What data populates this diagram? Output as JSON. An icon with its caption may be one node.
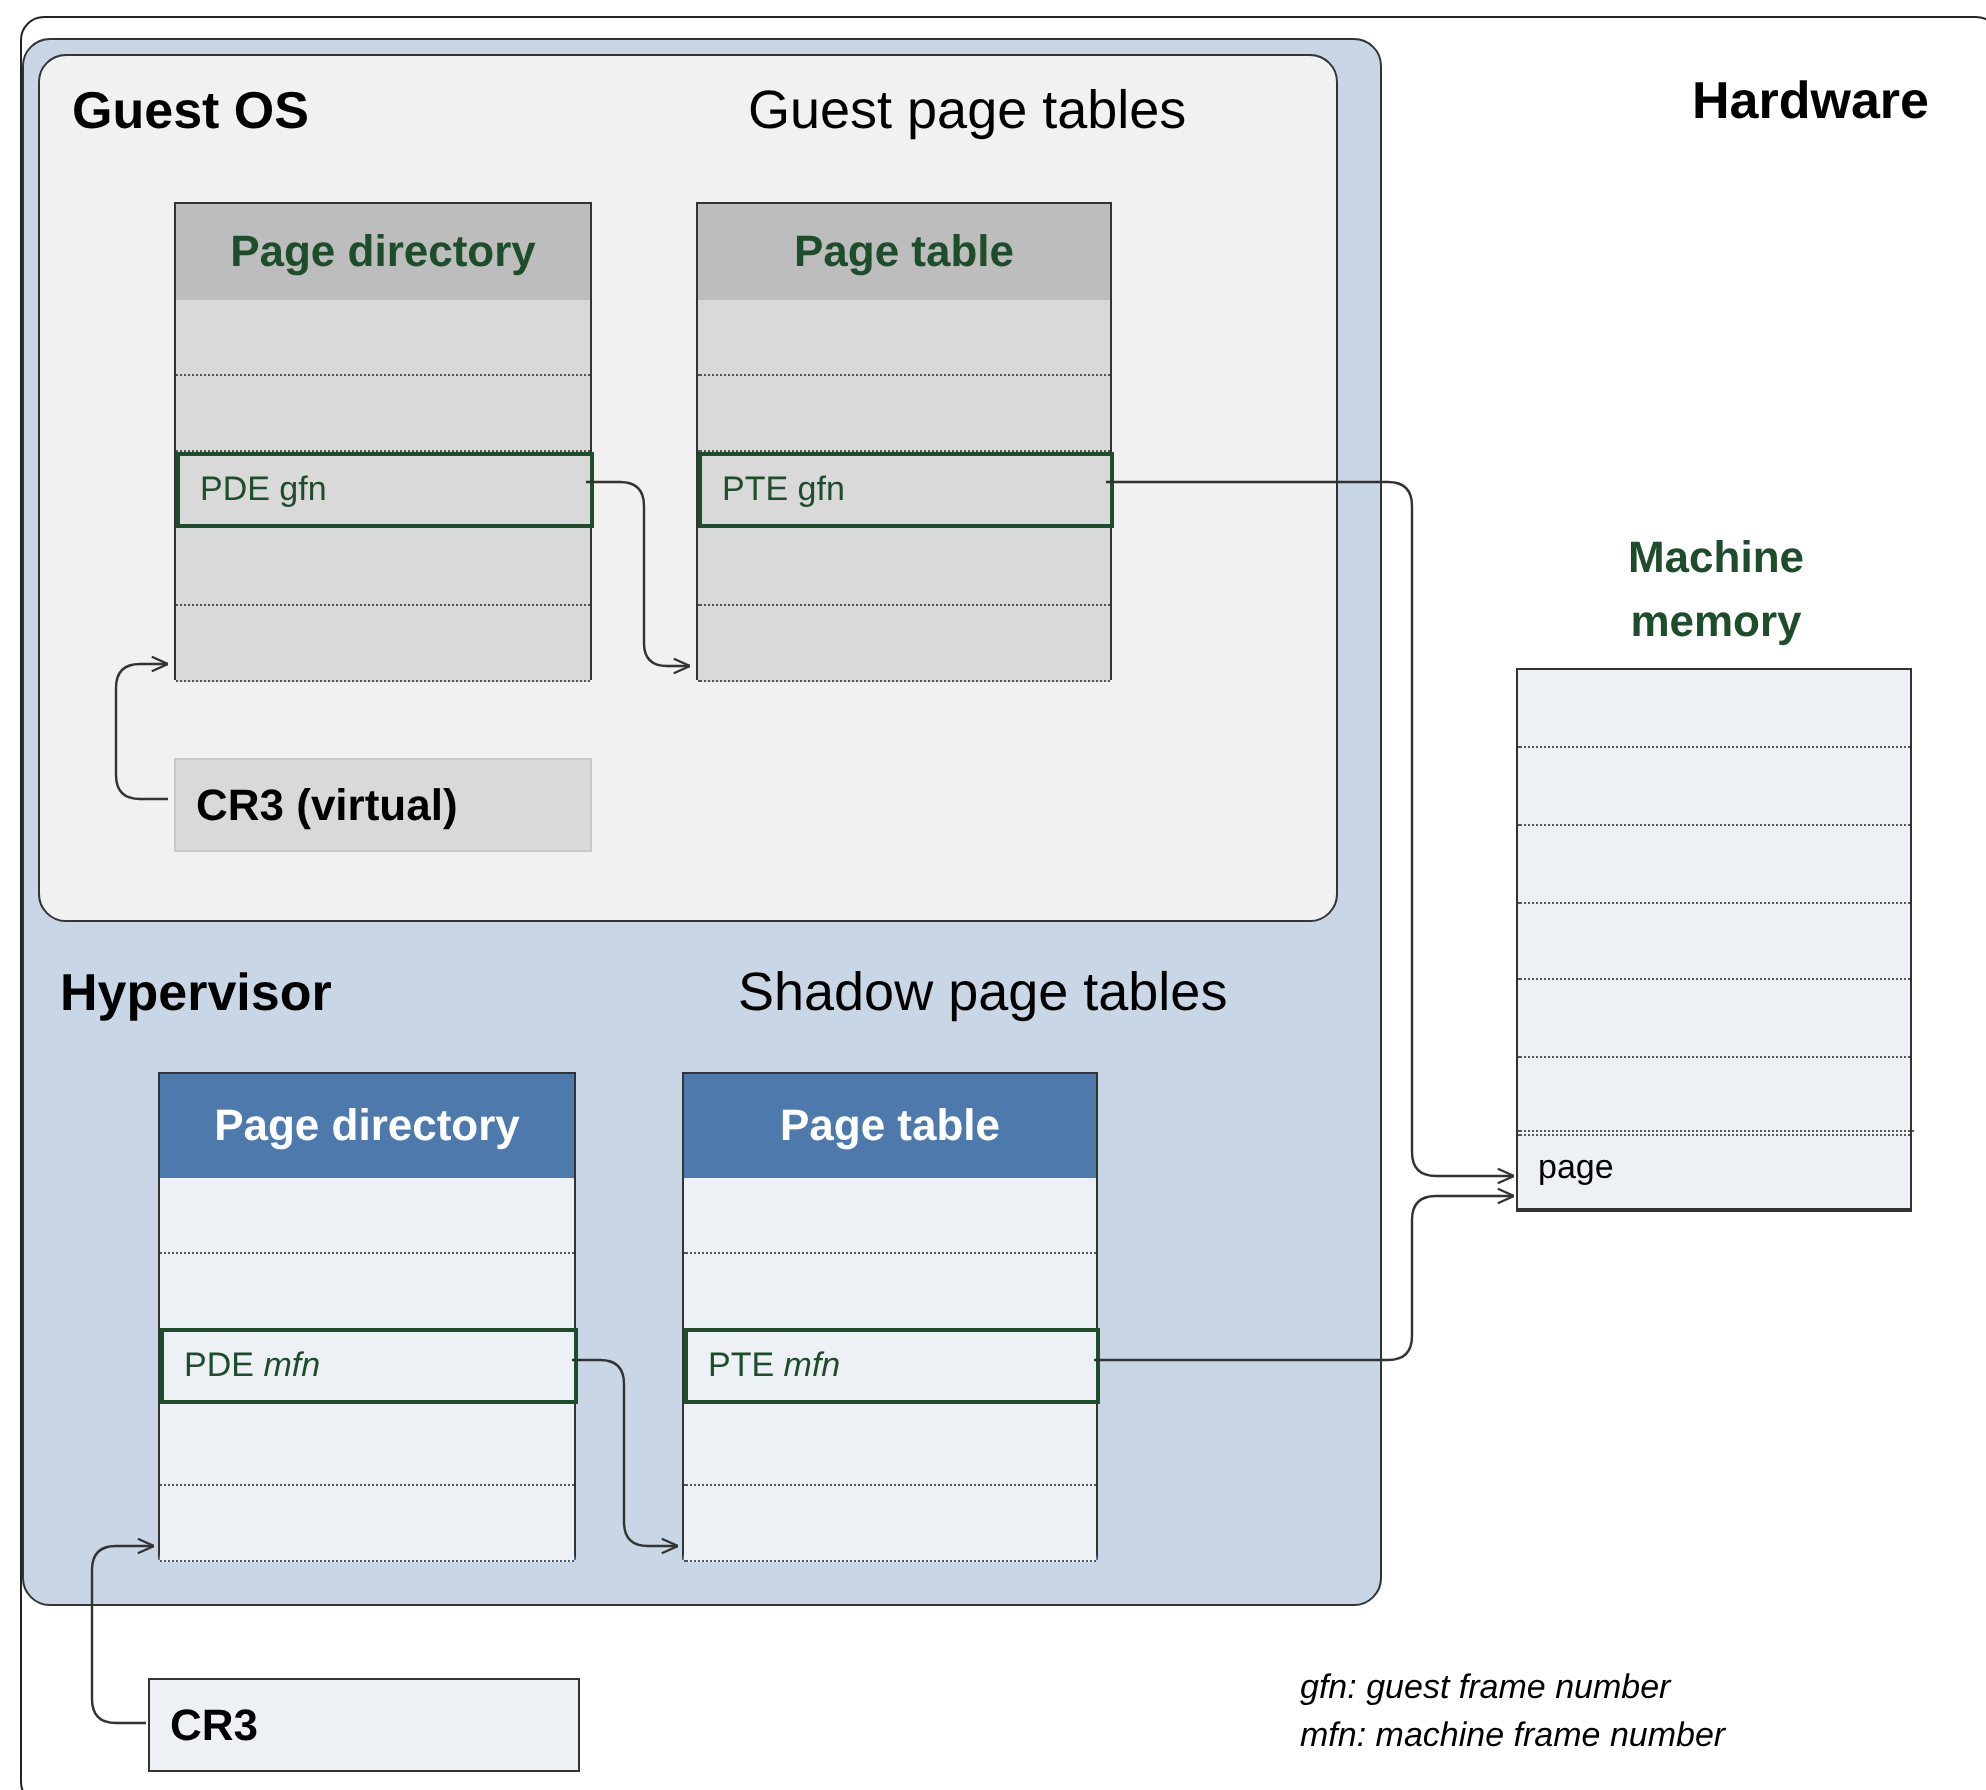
{
  "diagram": {
    "nodes": [
      {
        "text": [
          "Hardware"
        ]
      },
      {
        "text": [
          "Hypervisor",
          "Shadow page tables"
        ],
        "in": 0
      },
      {
        "text": [
          "Guest OS",
          "Guest page tables"
        ],
        "in": 1
      },
      {
        "text": [
          "Page directory"
        ],
        "in": 2
      },
      {
        "text": [
          "PDE gfn"
        ],
        "in": 3
      },
      {
        "text": [
          "Page table"
        ],
        "in": 2
      },
      {
        "text": [
          "PTE gfn"
        ],
        "in": 5
      },
      {
        "text": [
          "CR3 (virtual)"
        ],
        "in": 2
      },
      {
        "text": [
          "Page directory"
        ],
        "in": 1
      },
      {
        "text": [
          "PDE *mfn*"
        ],
        "in": 8
      },
      {
        "text": [
          "Page table"
        ],
        "in": 1
      },
      {
        "text": [
          "PTE *mfn*"
        ],
        "in": 10
      },
      {
        "text": [
          "CR3"
        ],
        "in": 0
      },
      {
        "text": [
          "Machine memory"
        ],
        "in": 0
      },
      {
        "text": [
          "page"
        ],
        "in": 13
      }
    ],
    "edges": [
      {
        "from": 7,
        "to": 3,
        "arrow": "to"
      },
      {
        "from": 4,
        "to": 5,
        "arrow": "to"
      },
      {
        "from": 6,
        "to": 14,
        "arrow": "to"
      },
      {
        "from": 12,
        "to": 8,
        "arrow": "to"
      },
      {
        "from": 9,
        "to": 10,
        "arrow": "to"
      },
      {
        "from": 11,
        "to": 14,
        "arrow": "to"
      }
    ],
    "labels": [
      "gfn: guest frame number",
      "mfn: machine frame number"
    ]
  }
}
